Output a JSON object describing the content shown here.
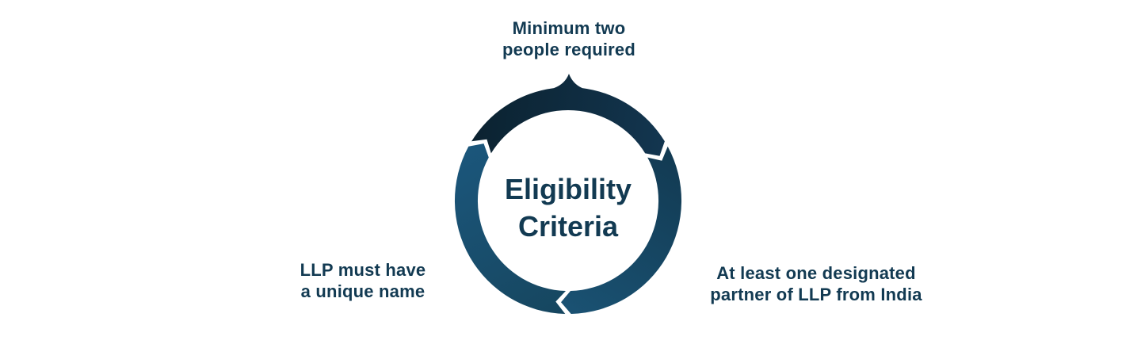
{
  "diagram": {
    "title": {
      "line1": "Eligibility",
      "line2": "Criteria"
    },
    "nodes": {
      "top": {
        "line1": "Minimum two",
        "line2": "people required"
      },
      "right": {
        "line1": "At least one designated",
        "line2": "partner of LLP from India"
      },
      "left": {
        "line1": "LLP must have",
        "line2": "a unique name"
      }
    },
    "colors": {
      "background": "#FFFFFF",
      "text": "#123A52",
      "segment_top_start": "#0B2230",
      "segment_top_end": "#133650",
      "segment_right_start": "#123A52",
      "segment_right_end": "#1A5273",
      "segment_left_start": "#16465F",
      "segment_left_end": "#1B567B"
    }
  }
}
